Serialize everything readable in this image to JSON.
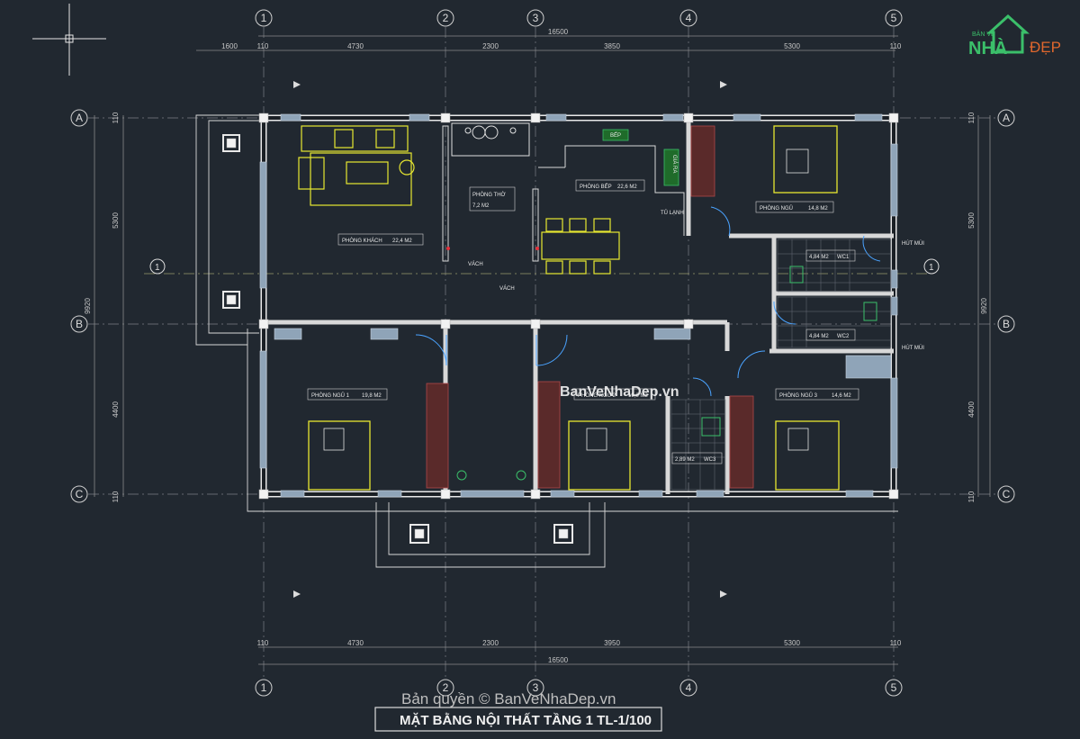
{
  "plan": {
    "title": "MẶT BẰNG NỘI THẤT TẦNG 1 TL-1/100",
    "watermark_center": "BanVeNhaDep.vn",
    "copyright": "Bản quyền © BanVeNhaDep.vn",
    "logo": {
      "small": "BẢN VẼ",
      "nha": "NHÀ",
      "dep": "ĐẸP"
    }
  },
  "grid": {
    "columns": [
      "1",
      "2",
      "3",
      "4",
      "5"
    ],
    "rows": [
      "A",
      "B",
      "C"
    ]
  },
  "dimensions": {
    "top_total": "16500",
    "top_segments": [
      "1600",
      "110",
      "4730",
      "2300",
      "3850",
      "5300",
      "110"
    ],
    "bottom_segments": [
      "110",
      "4730",
      "2300",
      "3950",
      "5300",
      "110"
    ],
    "bottom_total": "16500",
    "left_vertical": [
      "110",
      "5300",
      "9920",
      "4400",
      "110"
    ],
    "right_vertical": [
      "110",
      "5300",
      "9920",
      "4400",
      "110"
    ]
  },
  "rooms": {
    "living": "PHÒNG KHÁCH",
    "living_area": "22,4 M2",
    "worship": "PHÒNG THỜ",
    "worship_area": "7,2 M2",
    "kitchen": "PHÒNG BẾP",
    "kitchen_area": "22,6 M2",
    "bed_top": "PHÒNG NGỦ",
    "bed_top_area": "14,8 M2",
    "wc1": "WC1",
    "wc1_area": "4,84 M2",
    "wc2": "WC2",
    "wc2_area": "4,84 M2",
    "bed1": "PHÒNG NGỦ 1",
    "bed1_area": "19,8 M2",
    "bed2": "PHÒNG NGỦ 2",
    "bed2_area": "19,8 M2",
    "wc3": "WC3",
    "wc3_area": "2,89 M2",
    "bed3": "PHÒNG NGỦ 3",
    "bed3_area": "14,6 M2"
  },
  "labels": {
    "bep": "BẾP",
    "tu_lanh": "TỦ LẠNH",
    "gia_ra": "GIÁ RA",
    "vach1": "VÁCH",
    "vach2": "VÁCH",
    "hut_moi1": "HÚT MÙI",
    "hut_moi2": "HÚT MÙI",
    "section_left": "1",
    "section_right": "1"
  }
}
